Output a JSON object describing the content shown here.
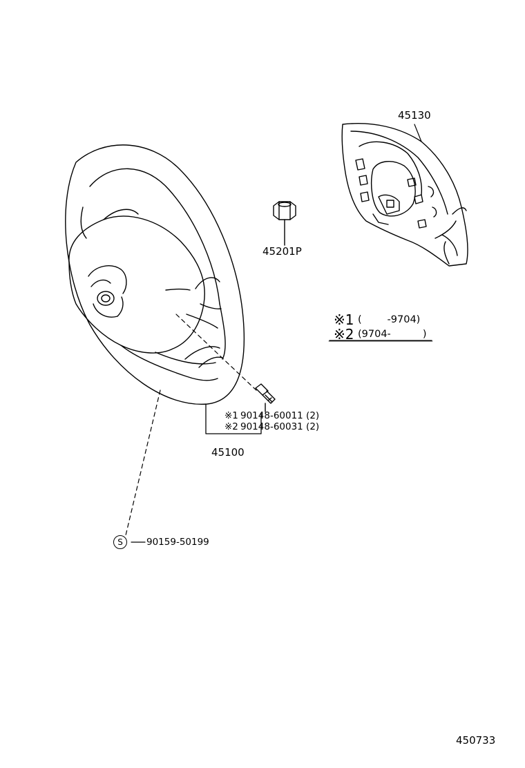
{
  "parts": {
    "wheel_assembly": "45100",
    "pad_assembly": "45130",
    "nut": "45201P",
    "bolt_1": "90148-60011 (2)",
    "bolt_2": "90148-60031 (2)",
    "bolt_1_mark": "※1",
    "bolt_2_mark": "※2",
    "s_part": "90159-50199",
    "s_symbol": "S"
  },
  "notes": {
    "note1_mark": "※1",
    "note1_range": "(        -9704)",
    "note2_mark": "※2",
    "note2_range": "(9704-          )"
  },
  "diagram_id": "450733"
}
